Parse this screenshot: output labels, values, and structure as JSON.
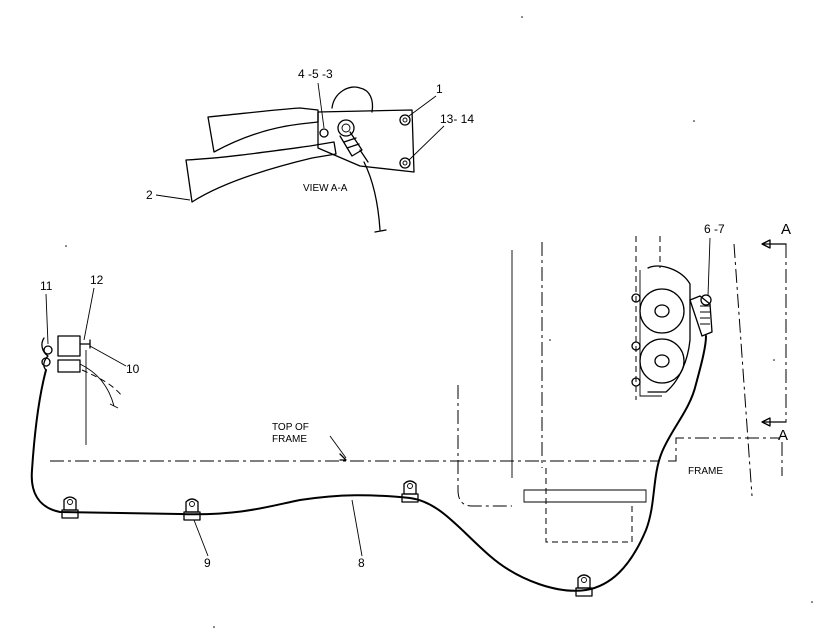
{
  "callouts": {
    "c453": "4 -5 -3",
    "c1": "1",
    "c1314": "13- 14",
    "c2": "2",
    "c67": "6 -7",
    "c11": "11",
    "c12": "12",
    "c10": "10",
    "c9": "9",
    "c8": "8"
  },
  "labels": {
    "view": "VIEW A-A",
    "top_of_frame_1": "TOP OF",
    "top_of_frame_2": "FRAME",
    "frame": "FRAME",
    "section_a_top": "A",
    "section_a_bottom": "A"
  }
}
